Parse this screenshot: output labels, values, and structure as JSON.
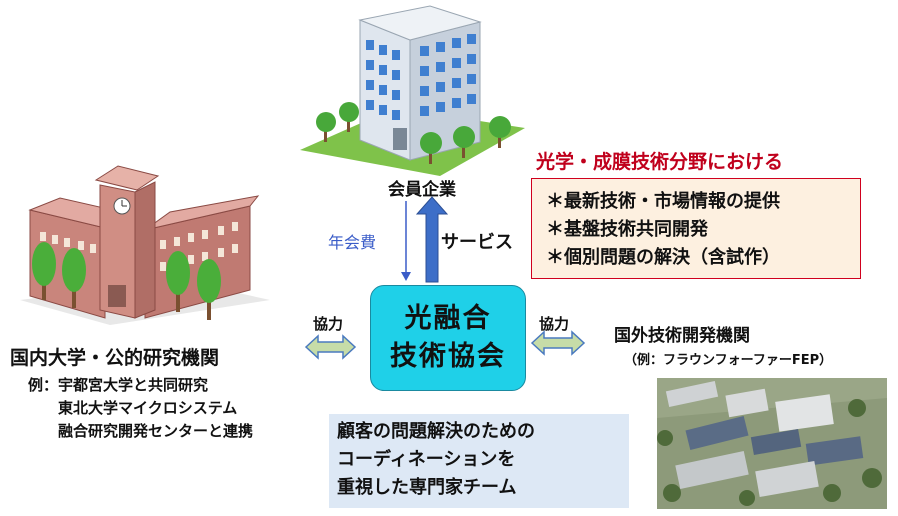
{
  "member": {
    "label": "会員企業"
  },
  "flow": {
    "fee_label": "年会費",
    "service_label": "サービス"
  },
  "offer": {
    "title": "光学・成膜技術分野における",
    "items": [
      "＊最新技術・市場情報の提供",
      "＊基盤技術共同開発",
      "＊個別問題の解決（含試作）"
    ]
  },
  "center": {
    "line1": "光融合",
    "line2": "技術協会"
  },
  "cooperation": {
    "left_label": "協力",
    "right_label": "協力"
  },
  "domestic": {
    "title": "国内大学・公的研究機関",
    "line1": "例：宇都宮大学と共同研究",
    "line2": "東北大学マイクロシステム",
    "line3": "融合研究開発センターと連携"
  },
  "foreign": {
    "title": "国外技術開発機関",
    "example": "（例：フラウンフォーファーFEP）"
  },
  "expert": {
    "line1": "顧客の問題解決のための",
    "line2": "コーディネーションを",
    "line3": "重視した専門家チーム"
  },
  "colors": {
    "center_fill": "#1fd0e8",
    "offer_border": "#d0001e",
    "offer_title": "#c0001c",
    "expert_fill": "#dde8f5",
    "fee_text": "#3a5cc8",
    "service_arrow": "#3d6ec8",
    "coop_arrow_fill": "#c6dca8"
  }
}
